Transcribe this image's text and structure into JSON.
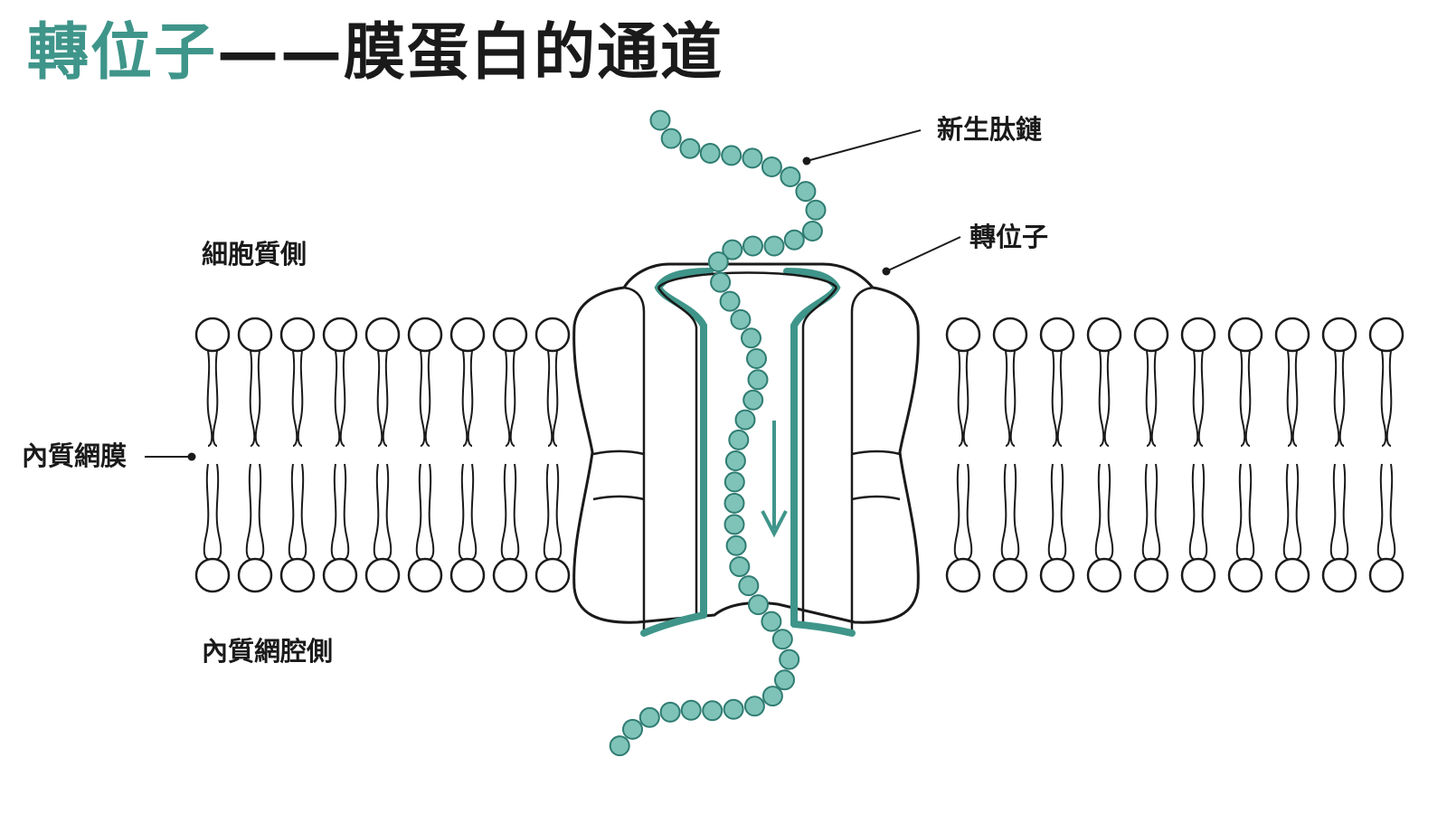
{
  "title": {
    "accent": "轉位子",
    "dash": "——",
    "rest": "膜蛋白的通道"
  },
  "labels": {
    "nascent_chain": "新生肽鏈",
    "translocon": "轉位子",
    "cytoplasm_side": "細胞質側",
    "er_membrane": "內質網膜",
    "er_lumen_side": "內質網腔側"
  },
  "colors": {
    "accent": "#3f958a",
    "bead": "#7fc3b8",
    "bead_stroke": "#2f7c72",
    "ink": "#1a1a1a"
  },
  "icons": {
    "flow_arrow": "arrow-down-icon"
  }
}
